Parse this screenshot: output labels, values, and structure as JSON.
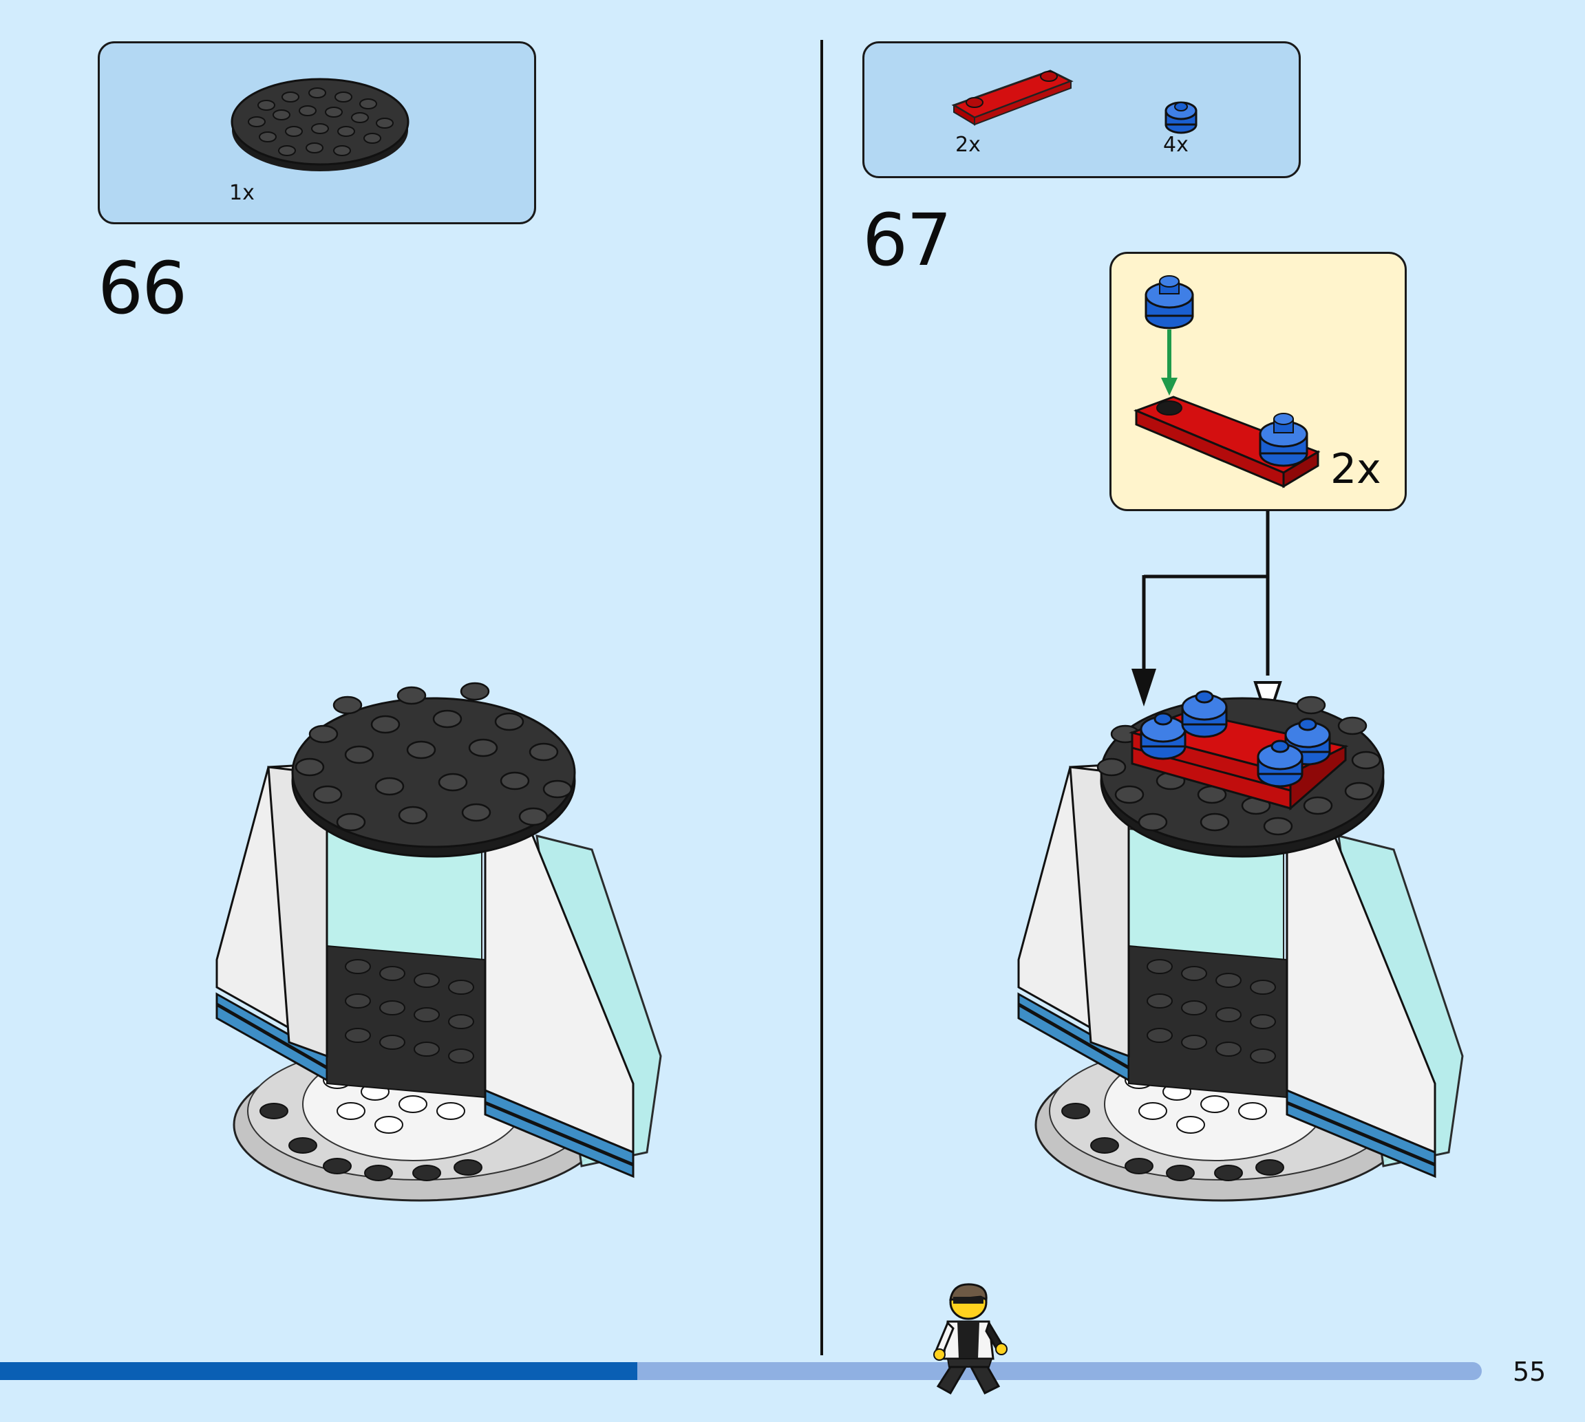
{
  "steps": [
    {
      "number": "66",
      "parts": [
        {
          "name": "round-plate-6x6-black",
          "quantity": "1x"
        }
      ]
    },
    {
      "number": "67",
      "parts": [
        {
          "name": "plate-1x4-red",
          "quantity": "2x"
        },
        {
          "name": "round-brick-1x1-blue",
          "quantity": "4x"
        }
      ],
      "subassembly": {
        "multiplier": "2x"
      }
    }
  ],
  "page": {
    "number": "55",
    "progress": 0.43
  },
  "colors": {
    "background": "#d2ecfd",
    "parts_box": "#b3d8f3",
    "subassembly_box": "#fff4cc",
    "progress_fill": "#0a5fb4",
    "progress_track": "#8fb0e2",
    "red_plate": "#d40f10",
    "blue_brick": "#1a5fd0",
    "black_plate": "#2a2a2a",
    "arrow_green": "#1f9a4a"
  }
}
